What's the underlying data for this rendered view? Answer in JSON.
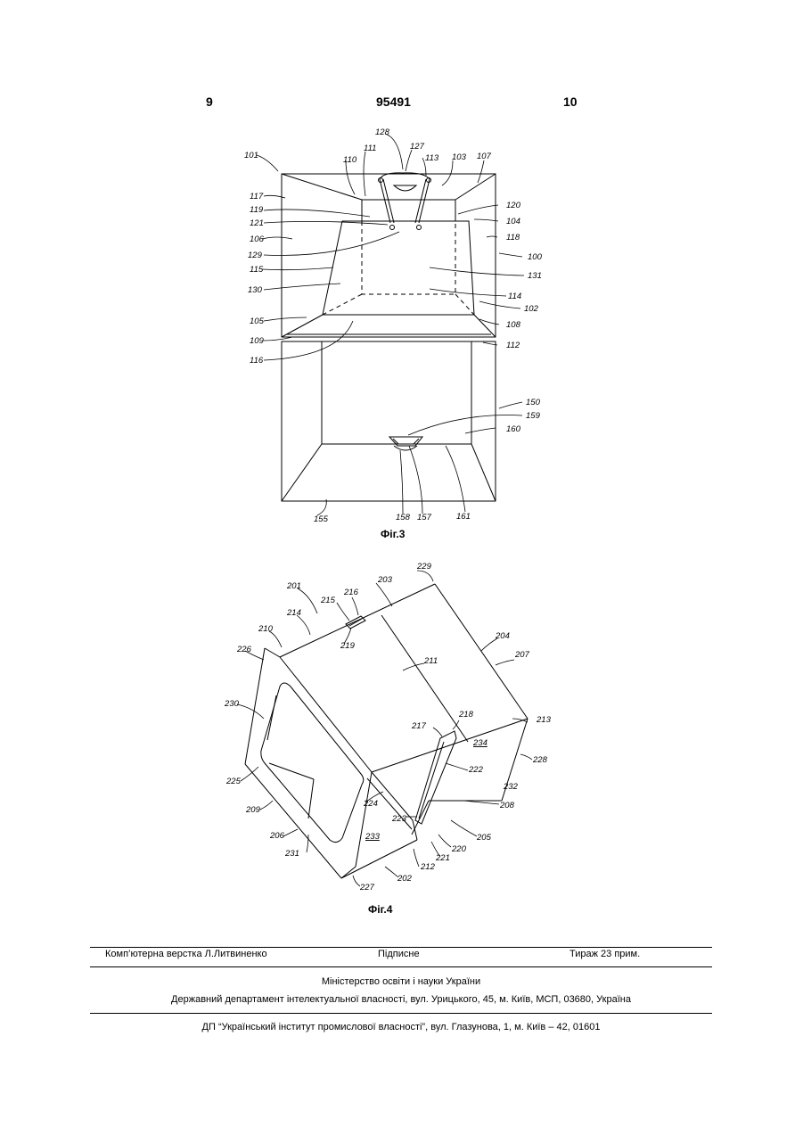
{
  "header": {
    "page_left": "9",
    "patent_no": "95491",
    "page_right": "10"
  },
  "figures": {
    "fig3": {
      "caption": "Фіг.3",
      "labels": [
        "128",
        "127",
        "111",
        "110",
        "113",
        "103",
        "107",
        "101",
        "117",
        "119",
        "120",
        "121",
        "104",
        "106",
        "118",
        "100",
        "129",
        "131",
        "115",
        "130",
        "114",
        "102",
        "105",
        "108",
        "109",
        "112",
        "116",
        "150",
        "159",
        "160",
        "155",
        "158",
        "157",
        "161"
      ]
    },
    "fig4": {
      "caption": "Фіг.4",
      "labels": [
        "229",
        "201",
        "203",
        "216",
        "215",
        "214",
        "210",
        "226",
        "219",
        "204",
        "207",
        "211",
        "230",
        "218",
        "217",
        "213",
        "234",
        "228",
        "222",
        "225",
        "232",
        "224",
        "208",
        "209",
        "223",
        "205",
        "206",
        "233",
        "220",
        "221",
        "231",
        "212",
        "202",
        "227"
      ]
    }
  },
  "footer": {
    "layout": "Комп’ютерна верстка Л.Литвиненко",
    "signed": "Підписне",
    "print_run": "Тираж 23 прим.",
    "ministry": "Міністерство освіти і науки України",
    "department": "Державний департамент інтелектуальної власності, вул. Урицького, 45, м. Київ, МСП, 03680, Україна",
    "institute": "ДП “Український інститут промислової власності”, вул. Глазунова, 1, м. Київ – 42, 01601"
  }
}
